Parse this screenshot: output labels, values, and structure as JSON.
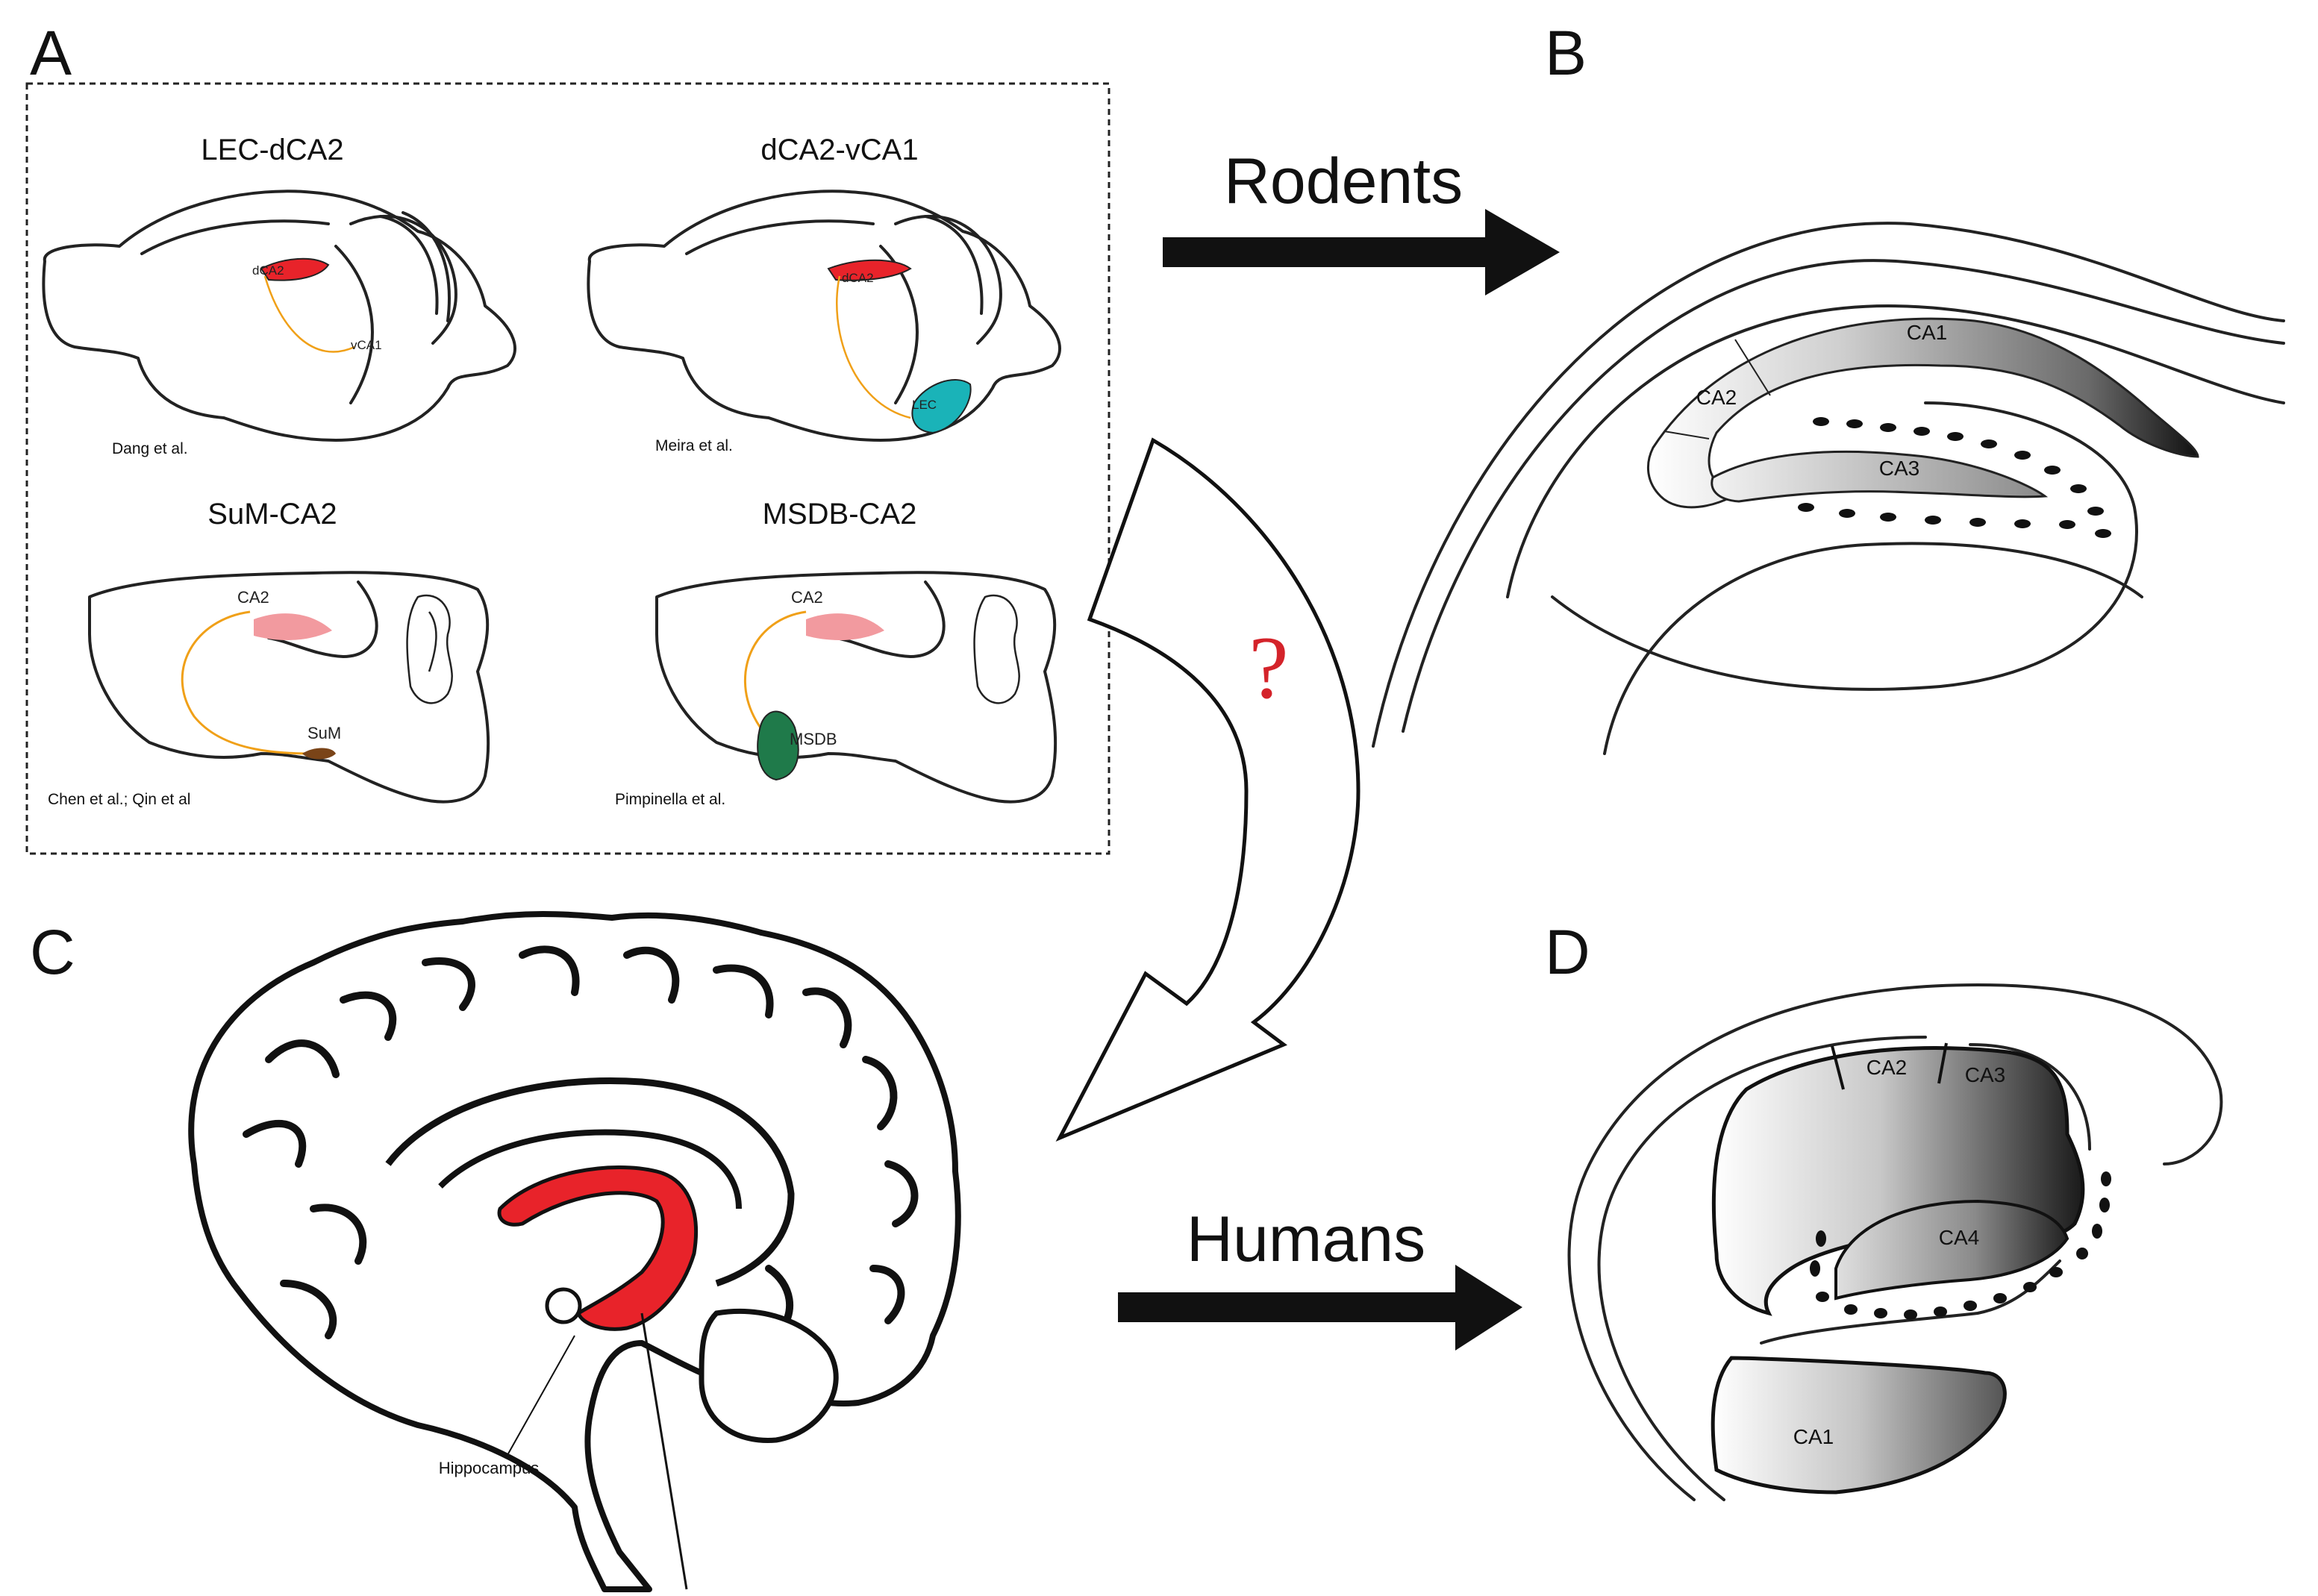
{
  "panels": {
    "A": "A",
    "B": "B",
    "C": "C",
    "D": "D"
  },
  "panel_a": {
    "items": [
      {
        "title": "LEC-dCA2",
        "citation": "Dang et al.",
        "labels": [
          "dCA2",
          "vCA1"
        ]
      },
      {
        "title": "dCA2-vCA1",
        "citation": "Meira et al.",
        "labels": [
          "dCA2",
          "LEC"
        ]
      },
      {
        "title": "SuM-CA2",
        "citation": "Chen et al.; Qin et al",
        "labels": [
          "CA2",
          "SuM"
        ]
      },
      {
        "title": "MSDB-CA2",
        "citation": "Pimpinella et al.",
        "labels": [
          "CA2",
          "MSDB"
        ]
      }
    ]
  },
  "arrows": {
    "rodents": "Rodents",
    "humans": "Humans",
    "question": "?"
  },
  "panel_b": {
    "ca1": "CA1",
    "ca2": "CA2",
    "ca3": "CA3"
  },
  "panel_c": {
    "hippocampus": "Hippocampus"
  },
  "panel_d": {
    "ca1": "CA1",
    "ca2": "CA2",
    "ca3": "CA3",
    "ca4": "CA4"
  },
  "colors": {
    "hippocampus_red": "#e8232a",
    "ca2_pink": "#f29a9f",
    "lec_teal": "#1ab3b8",
    "msdb_green": "#1f7a4a",
    "sum_brown": "#7a4418",
    "projection_orange": "#f0a018"
  }
}
